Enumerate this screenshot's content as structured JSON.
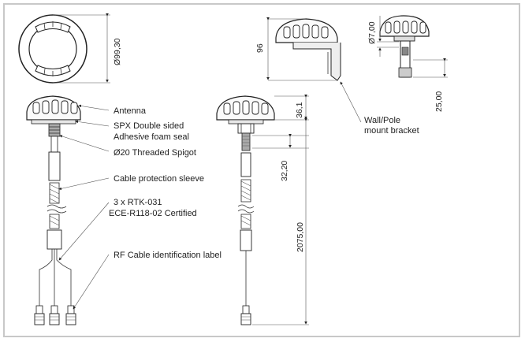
{
  "callouts": {
    "antenna": "Antenna",
    "foam_seal_line1": "SPX Double sided",
    "foam_seal_line2": "Adhesive foam seal",
    "spigot": "Ø20 Threaded Spigot",
    "sleeve": "Cable protection sleeve",
    "rtk_line1": "3 x RTK-031",
    "rtk_line2": "ECE-R118-02 Certified",
    "rf_label": "RF Cable identification label",
    "bracket_line1": "Wall/Pole",
    "bracket_line2": "mount bracket"
  },
  "dimensions": {
    "diameter_top": "Ø99,30",
    "height_bracket": "96",
    "hole_diameter": "Ø7,00",
    "bracket_depth": "25,00",
    "dome_height": "36,1",
    "spigot_length": "32,20",
    "cable_length": "2075,00"
  }
}
